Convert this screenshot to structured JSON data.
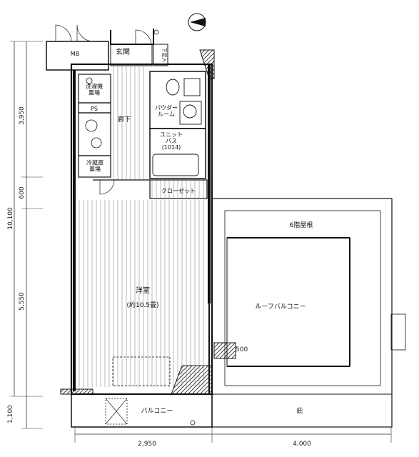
{
  "rooms": {
    "entrance": "玄関",
    "shoe_box": "下足入",
    "mb": "MB",
    "ps": "PS",
    "washer": "洗濯機\n置場",
    "fridge": "冷蔵庫\n置場",
    "corridor": "廊下",
    "powder_room": "パウダー\nルーム",
    "unit_bath": "ユニット\nバス\n(1014)",
    "closet": "クローゼット",
    "western_room": "洋室",
    "western_room_size": "(約10.5畳)",
    "balcony": "バルコニー",
    "roof": "6階屋根",
    "roof_balcony": "ルーフバルコニー",
    "garden": "庇"
  },
  "dimensions": {
    "left_total": "10,100",
    "left_top": "3,950",
    "left_mid": "600",
    "left_lower": "5,550",
    "left_bottom": "1,100",
    "bottom_left": "2,950",
    "bottom_right": "4,000",
    "step_height": "500"
  },
  "symbols": {
    "north_arrow": "north-arrow",
    "door_marker": "door-marker"
  }
}
